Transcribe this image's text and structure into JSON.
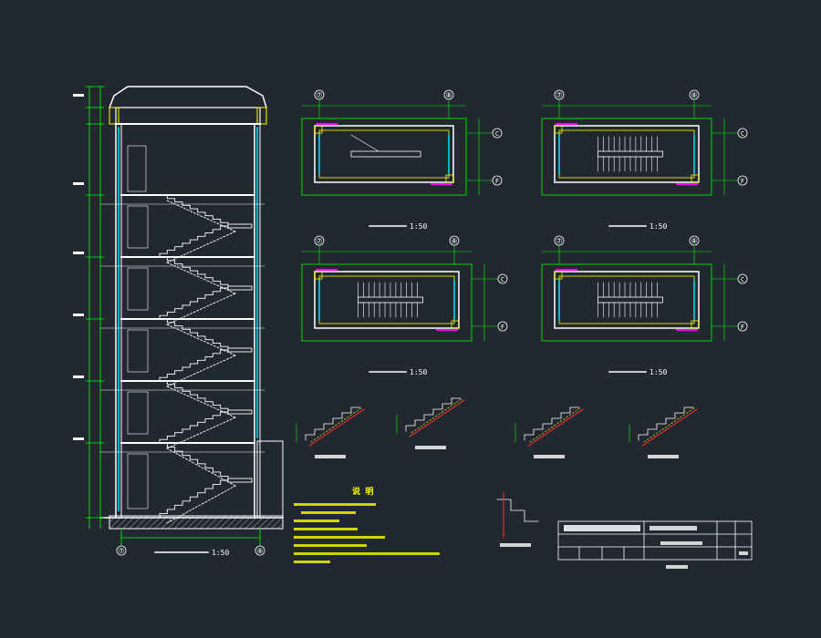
{
  "colors": {
    "background": "#212830",
    "wall": "#ffffff",
    "dim": "#00ff00",
    "glass": "#00e5ff",
    "accent": "#ff00ff",
    "hatch": "#ffff00",
    "redline": "#ff3030",
    "text": "#ffffff"
  },
  "section": {
    "scale": "1:50",
    "axis_left": "⑦",
    "axis_right": "⑧"
  },
  "plans": [
    {
      "id": "plan-1",
      "scale": "1:50",
      "axis_left": "⑦",
      "axis_right": "⑧",
      "axis_top": "C",
      "axis_bottom": "F"
    },
    {
      "id": "plan-2",
      "scale": "1:50",
      "axis_left": "⑦",
      "axis_right": "⑧",
      "axis_top": "C",
      "axis_bottom": "F"
    },
    {
      "id": "plan-3",
      "scale": "1:50",
      "axis_left": "⑦",
      "axis_right": "⑧",
      "axis_top": "C",
      "axis_bottom": "F"
    },
    {
      "id": "plan-4",
      "scale": "1:50",
      "axis_left": "⑦",
      "axis_right": "⑧",
      "axis_top": "C",
      "axis_bottom": "F"
    }
  ],
  "notes": {
    "title": "说 明"
  }
}
